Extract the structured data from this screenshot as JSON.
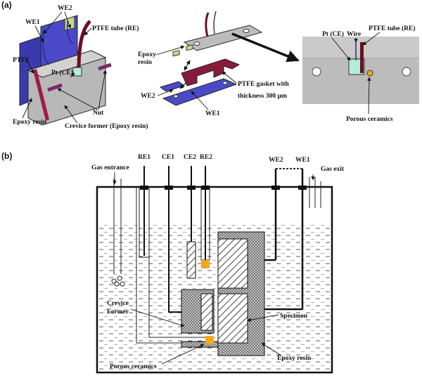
{
  "panel_a": {
    "tag": "(a)",
    "labels": {
      "we2_top": "WE2",
      "we1": "WE1",
      "ptfe_tube_left": "PTFE tube (RE)",
      "ptfe": "PTFE",
      "pt_ce_left": "Pt (CE)",
      "nut": "Nut",
      "epoxy_resin_left": "Epoxy resin",
      "crevice_former": "Crevice former (Epoxy resin)",
      "epoxy_resin_mid_1": "Epoxy",
      "epoxy_resin_mid_2": "resin",
      "we2_mid": "WE2",
      "we1_mid": "WE1",
      "gasket_1": "PTFE  gasket  with",
      "gasket_2": "thickness 300 µm",
      "pt_ce_right": "Pt (CE)",
      "wire": "Wire",
      "ptfe_tube_right": "PTFE tube (RE)",
      "porous_ceramics": "Porous ceramics"
    }
  },
  "panel_b": {
    "tag": "(b)",
    "labels": {
      "re1": "RE1",
      "ce1": "CE1",
      "ce2": "CE2",
      "re2": "RE2",
      "we2": "WE2",
      "we1": "WE1",
      "gas_entrance": "Gas entrance",
      "gas_exit": "Gas exit",
      "crevice_1": "Crevice",
      "crevice_2": "Former",
      "specimen": "Specimen",
      "porous_ceramics": "Porous ceramics",
      "epoxy_resin": "Epoxy resin"
    }
  },
  "colors": {
    "metal_blue": "#4a4ac8",
    "gasket": "#8a1a3c",
    "ptfe_tube": "#6a1020",
    "pt_ce": "#b5ecd9",
    "porous_ceramic": "#f5a623",
    "gray_block": "#b8b8b8",
    "nut": "#7a2a6a"
  }
}
